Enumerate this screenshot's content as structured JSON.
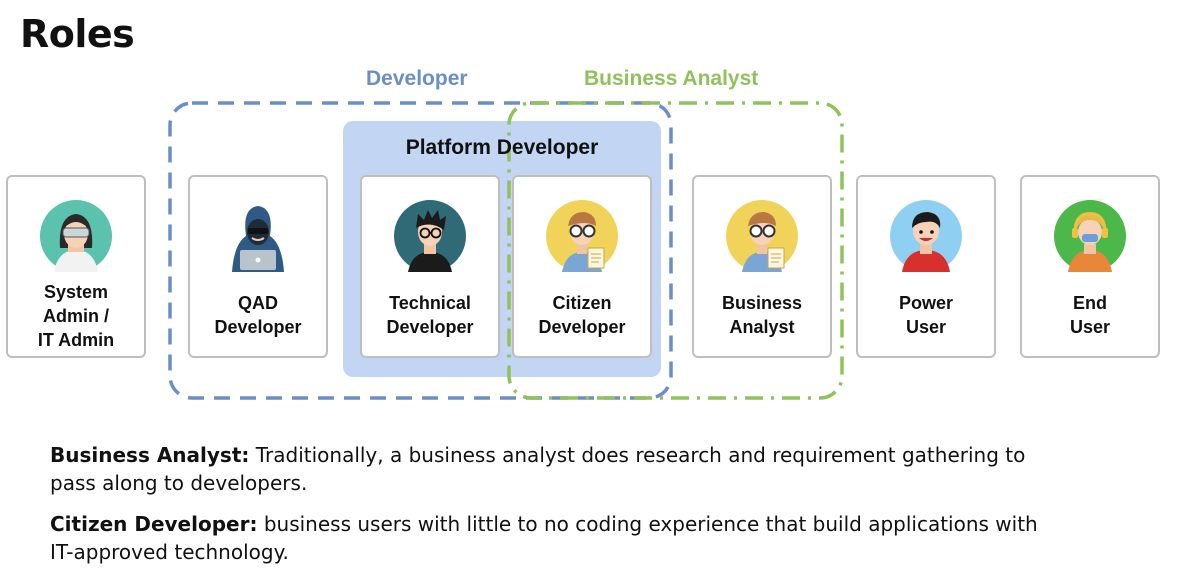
{
  "page": {
    "title": "Roles"
  },
  "groups": {
    "developer": {
      "label": "Developer",
      "color": "#6a8ec6"
    },
    "business_analyst": {
      "label": "Business Analyst",
      "color": "#8fc25a"
    },
    "platform_developer": {
      "label": "Platform Developer",
      "color": "#c2d5f3"
    }
  },
  "roles": [
    {
      "line1": "System",
      "line2": "Admin /",
      "line3": "IT Admin",
      "icon": "admin-woman-vr-icon"
    },
    {
      "line1": "QAD",
      "line2": "Developer",
      "icon": "hooded-hacker-icon"
    },
    {
      "line1": "Technical",
      "line2": "Developer",
      "icon": "developer-glasses-icon"
    },
    {
      "line1": "Citizen",
      "line2": "Developer",
      "icon": "analyst-glasses-icon"
    },
    {
      "line1": "Business",
      "line2": "Analyst",
      "icon": "analyst-glasses-icon"
    },
    {
      "line1": "Power",
      "line2": "User",
      "icon": "power-user-icon"
    },
    {
      "line1": "End",
      "line2": "User",
      "icon": "end-user-headset-icon"
    }
  ],
  "definitions": [
    {
      "term": "Business Analyst:",
      "text": " Traditionally, a business analyst does research and requirement gathering to pass along to developers."
    },
    {
      "term": "Citizen Developer:",
      "text": " business users with little to no coding experience that build applications with IT-approved technology."
    }
  ]
}
